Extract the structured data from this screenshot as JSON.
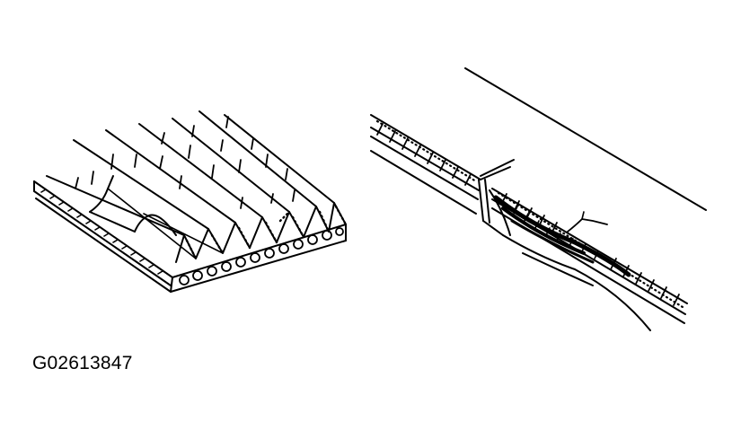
{
  "figure": {
    "reference_code": "G02613847",
    "ink_color": "#000000",
    "background_color": "#ffffff",
    "panels": [
      {
        "id": "left",
        "icon": "ribbed-belt-cracked-ribs-icon"
      },
      {
        "id": "right",
        "icon": "belt-edge-crack-section-icon"
      }
    ]
  }
}
